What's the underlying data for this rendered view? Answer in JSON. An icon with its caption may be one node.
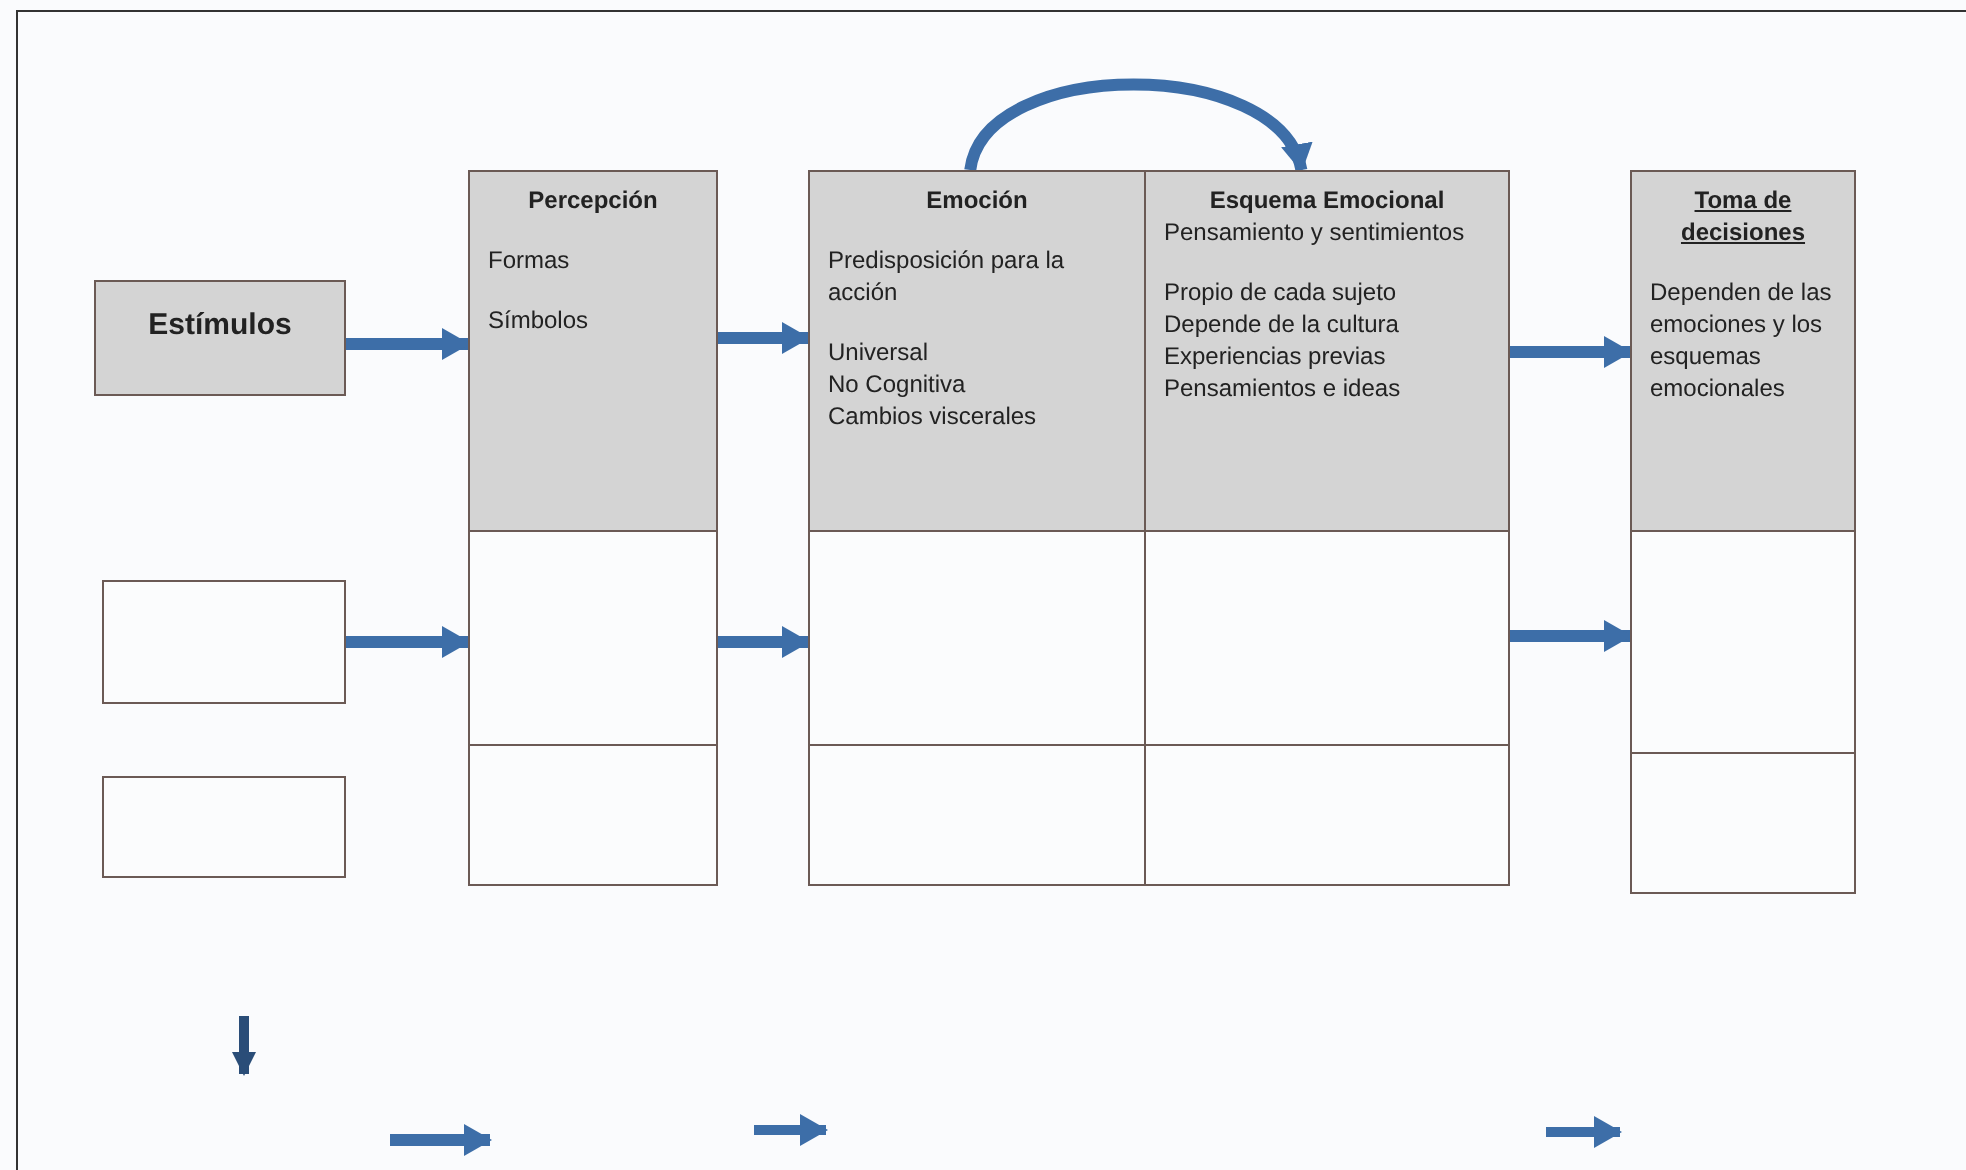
{
  "diagram": {
    "nodes": [
      {
        "text": [
          "Estímulos"
        ]
      },
      {
        "text": [
          "Percepción",
          "Formas",
          "Símbolos"
        ]
      },
      {
        "text": [
          "Emoción",
          "Predisposición para la acción",
          "Universal",
          "No Cognitiva",
          "Cambios viscerales"
        ]
      },
      {
        "text": [
          "Esquema Emocional",
          "Pensamiento y sentimientos",
          "Propio de cada sujeto",
          "Depende de la cultura",
          "Experiencias previas",
          "Pensamientos e ideas"
        ]
      },
      {
        "text": [
          "Toma de decisiones",
          "Dependen de las emociones y los esquemas emocionales"
        ]
      },
      {
        "text": [],
        "shape": "box"
      },
      {
        "text": [],
        "shape": "box"
      },
      {
        "text": [],
        "shape": "box"
      },
      {
        "text": [],
        "shape": "box"
      },
      {
        "text": [],
        "shape": "box"
      },
      {
        "text": [],
        "shape": "box"
      },
      {
        "text": [],
        "shape": "box"
      },
      {
        "text": [],
        "shape": "box"
      },
      {
        "text": [],
        "shape": "box"
      },
      {
        "text": [],
        "shape": "box"
      }
    ],
    "edges": [
      {
        "from": 0,
        "to": 1,
        "arrow": "to"
      },
      {
        "from": 1,
        "to": 2,
        "arrow": "to"
      },
      {
        "from": 2,
        "to": 3,
        "arrow": "to"
      },
      {
        "from": 3,
        "to": 4,
        "arrow": "to"
      },
      {
        "from": 5,
        "to": 6,
        "arrow": "to"
      },
      {
        "from": 6,
        "to": 7,
        "arrow": "to"
      },
      {
        "from": 8,
        "to": 9,
        "arrow": "to"
      }
    ]
  }
}
